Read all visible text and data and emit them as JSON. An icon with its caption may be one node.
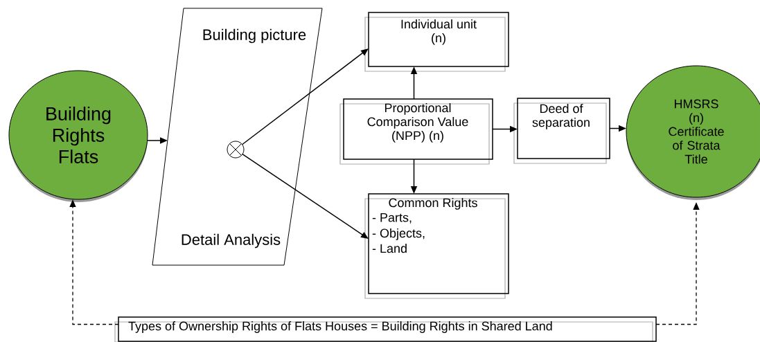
{
  "diagram": {
    "nodes": [
      {
        "text": [
          "Building Rights Flats"
        ]
      },
      {
        "text": [
          "Building picture",
          "Detail Analysis"
        ]
      },
      {
        "text": [],
        "shape": "circle",
        "in": 1
      },
      {
        "text": [
          "Individual unit (n)"
        ]
      },
      {
        "text": [
          "Proportional Comparison Value (NPP) (n)"
        ]
      },
      {
        "text": [
          "Common Rights",
          "- Parts,",
          "- Objects,",
          "- Land"
        ]
      },
      {
        "text": [
          "Deed of separation"
        ]
      },
      {
        "text": [
          "HMSRS",
          "(n)",
          "Certificate of Strata Title"
        ]
      },
      {
        "text": [
          "Types of Ownership Rights of Flats Houses = Building Rights in Shared Land"
        ]
      }
    ],
    "edges": [
      {
        "from": 0,
        "to": 1,
        "arrow": "to"
      },
      {
        "from": 2,
        "to": 3,
        "arrow": "to"
      },
      {
        "from": 2,
        "to": 5,
        "arrow": "to"
      },
      {
        "from": 4,
        "to": 3,
        "arrow": "to"
      },
      {
        "from": 4,
        "to": 5,
        "arrow": "to"
      },
      {
        "from": 4,
        "to": 6,
        "arrow": "to"
      },
      {
        "from": 6,
        "to": 7,
        "arrow": "to"
      },
      {
        "from": 8,
        "to": 0,
        "arrow": "to",
        "style": "dashed"
      },
      {
        "from": 8,
        "to": 7,
        "arrow": "to",
        "style": "dashed"
      }
    ]
  }
}
